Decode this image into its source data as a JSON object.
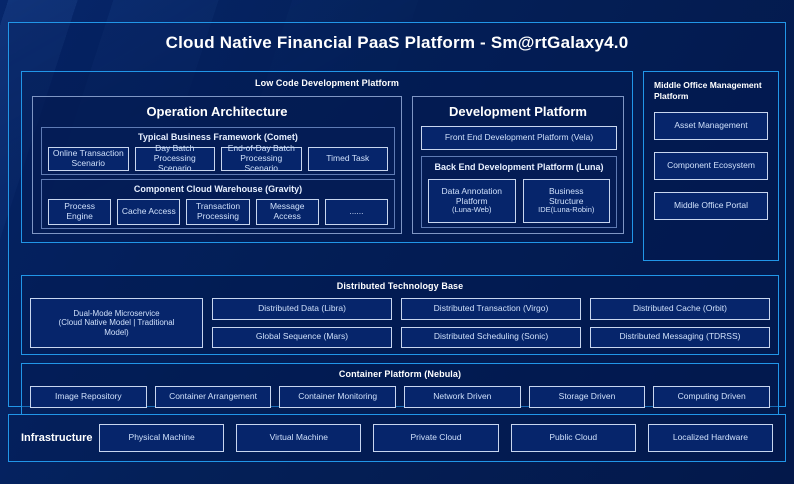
{
  "title": "Cloud Native Financial PaaS Platform - Sm@rtGalaxy4.0",
  "colors": {
    "background": "#041c54",
    "panel_border": "#2196e8",
    "group_border": "#7f96c4",
    "chip_border": "#c8d6ef",
    "chip_fill": "#06256b",
    "text": "#ffffff",
    "chip_text": "#cfe0fb"
  },
  "low_code": {
    "title": "Low Code Development Platform",
    "operation_architecture": {
      "title": "Operation Architecture",
      "typical_business_framework": {
        "title": "Typical Business Framework (Comet)",
        "items": [
          "Online Transaction Scenario",
          "Day Batch Processing Scenario",
          "End-of-Day Batch Processing Scenario",
          "Timed Task"
        ]
      },
      "component_cloud_warehouse": {
        "title": "Component Cloud Warehouse (Gravity)",
        "items": [
          "Process Engine",
          "Cache Access",
          "Transaction Processing",
          "Message Access",
          "......"
        ]
      }
    },
    "development_platform": {
      "title": "Development Platform",
      "front_end": "Front End Development Platform (Vela)",
      "back_end": {
        "title": "Back End Development Platform (Luna)",
        "items": [
          {
            "line1": "Data Annotation",
            "line2": "Platform",
            "line3": "(Luna-Web)"
          },
          {
            "line1": "Business",
            "line2": "Structure",
            "line3": "IDE(Luna-Robin)"
          }
        ]
      }
    }
  },
  "middle_office": {
    "title": "Middle Office Management Platform",
    "items": [
      "Asset Management",
      "Component Ecosystem",
      "Middle Office Portal"
    ]
  },
  "distributed_technology_base": {
    "title": "Distributed Technology Base",
    "dual_mode": {
      "line1": "Dual-Mode Microservice",
      "line2": "(Cloud Native Model | Traditional",
      "line3": "Model)"
    },
    "columns": [
      [
        "Distributed Data (Libra)",
        "Global Sequence (Mars)"
      ],
      [
        "Distributed Transaction (Virgo)",
        "Distributed Scheduling (Sonic)"
      ],
      [
        "Distributed Cache (Orbit)",
        "Distributed Messaging (TDRSS)"
      ]
    ]
  },
  "container_platform": {
    "title": "Container Platform (Nebula)",
    "items": [
      "Image Repository",
      "Container Arrangement",
      "Container Monitoring",
      "Network Driven",
      "Storage Driven",
      "Computing Driven"
    ]
  },
  "infrastructure": {
    "label": "Infrastructure",
    "items": [
      "Physical Machine",
      "Virtual Machine",
      "Private Cloud",
      "Public Cloud",
      "Localized Hardware"
    ]
  }
}
